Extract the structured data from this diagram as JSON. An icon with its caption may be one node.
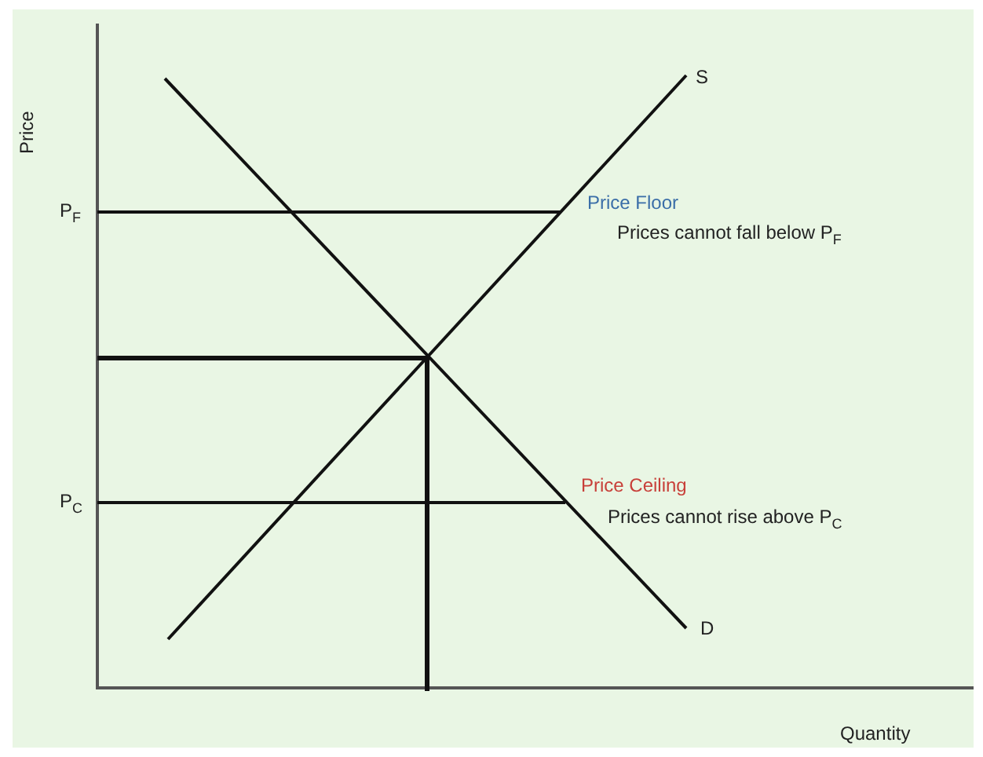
{
  "diagram": {
    "labels": [
      "S",
      "Price",
      "P$_{F}$",
      "Price Floor",
      "Prices cannot fall below P$_{F}$",
      "Price Ceiling",
      "P$_{C}$",
      "Prices cannot rise above P$_{C}$",
      "D",
      "Quantity"
    ]
  }
}
